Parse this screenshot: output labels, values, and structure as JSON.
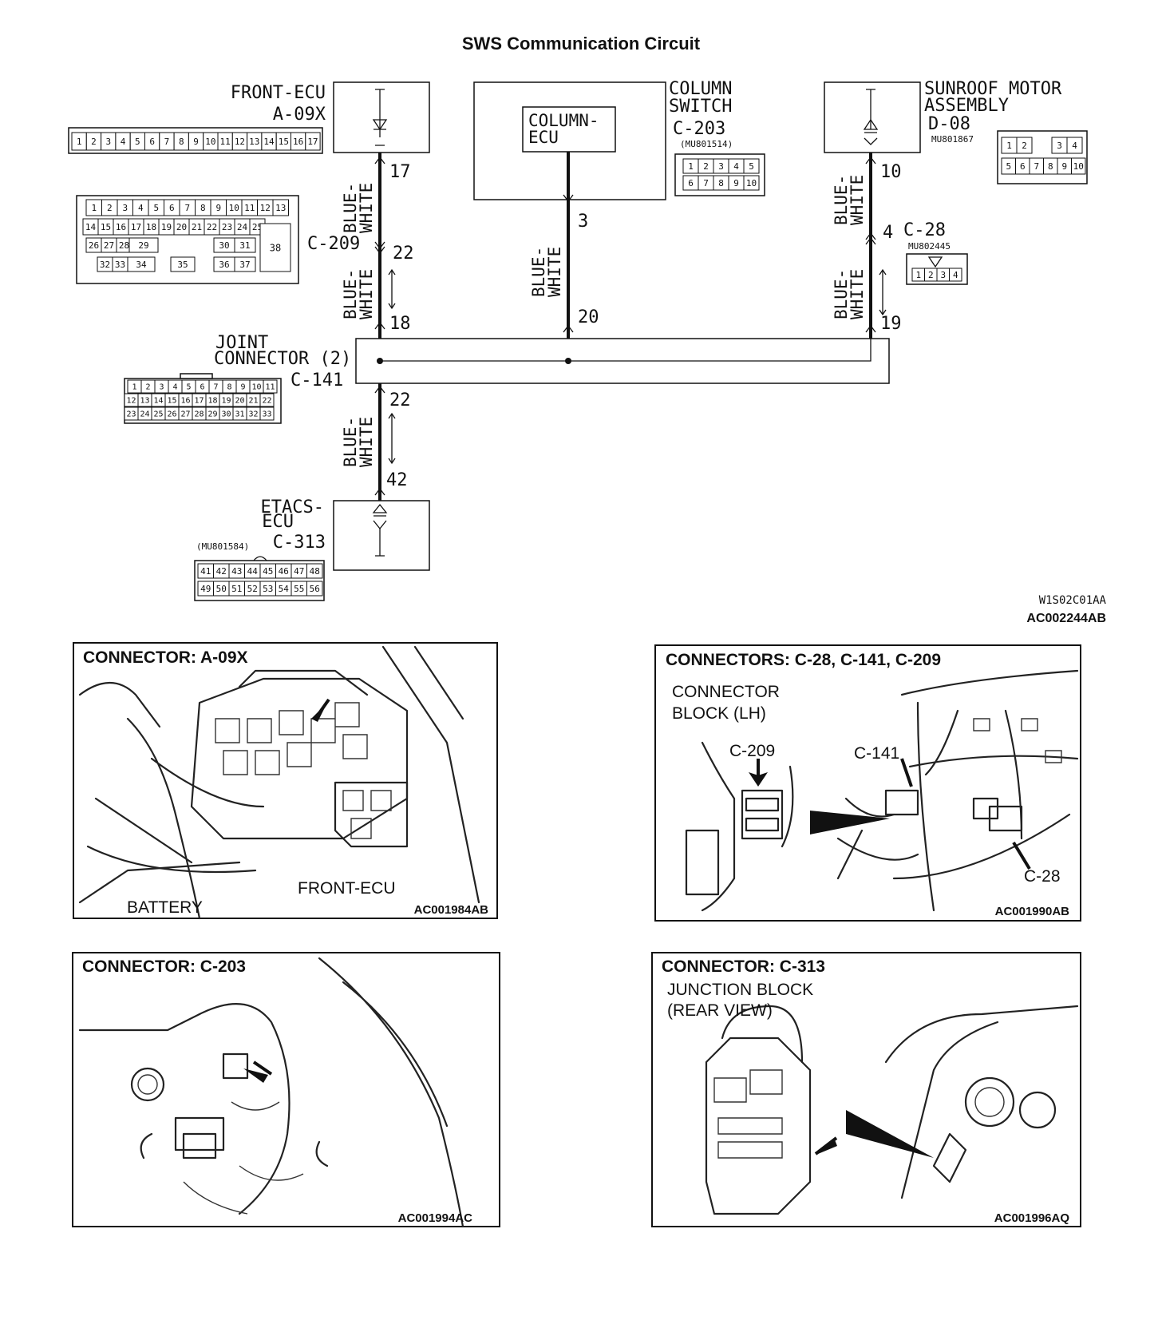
{
  "title": "SWS Communication Circuit",
  "components": {
    "front_ecu": {
      "name": "FRONT-ECU",
      "connector": "A-09X",
      "pins": [
        "1",
        "2",
        "3",
        "4",
        "5",
        "6",
        "7",
        "8",
        "9",
        "10",
        "11",
        "12",
        "13",
        "14",
        "15",
        "16",
        "17"
      ]
    },
    "column_switch": {
      "name_line1": "COLUMN",
      "name_line2": "SWITCH",
      "inner_line1": "COLUMN-",
      "inner_line2": "ECU",
      "connector": "C-203",
      "part": "(MU801514)",
      "pins_top": [
        "1",
        "2",
        "3",
        "4",
        "5"
      ],
      "pins_bottom": [
        "6",
        "7",
        "8",
        "9",
        "10"
      ]
    },
    "sunroof": {
      "name_line1": "SUNROOF MOTOR",
      "name_line2": "ASSEMBLY",
      "connector": "D-08",
      "part": "MU801867",
      "pins_top": [
        "1",
        "2",
        "3",
        "4"
      ],
      "pins_bottom": [
        "5",
        "6",
        "7",
        "8",
        "9",
        "10"
      ]
    },
    "c209": {
      "connector": "C-209",
      "row1": [
        "1",
        "2",
        "3",
        "4",
        "5",
        "6",
        "7",
        "8",
        "9",
        "10",
        "11",
        "12",
        "13"
      ],
      "row2": [
        "14",
        "15",
        "16",
        "17",
        "18",
        "19",
        "20",
        "21",
        "22",
        "23",
        "24",
        "25"
      ],
      "row3": [
        "26",
        "27",
        "28",
        "29",
        "30",
        "31"
      ],
      "row4": [
        "32",
        "33",
        "34",
        "35",
        "36",
        "37"
      ],
      "big": "38"
    },
    "c28": {
      "connector": "C-28",
      "part": "MU802445",
      "pins": [
        "1",
        "2",
        "3",
        "4"
      ]
    },
    "joint": {
      "name_line1": "JOINT",
      "name_line2": "CONNECTOR (2)",
      "connector": "C-141",
      "row1": [
        "1",
        "2",
        "3",
        "4",
        "5",
        "6",
        "7",
        "8",
        "9",
        "10",
        "11"
      ],
      "row2": [
        "12",
        "13",
        "14",
        "15",
        "16",
        "17",
        "18",
        "19",
        "20",
        "21",
        "22"
      ],
      "row3": [
        "23",
        "24",
        "25",
        "26",
        "27",
        "28",
        "29",
        "30",
        "31",
        "32",
        "33"
      ]
    },
    "etacs": {
      "name_line1": "ETACS-",
      "name_line2": "ECU",
      "connector": "C-313",
      "part": "(MU801584)",
      "pins_top": [
        "41",
        "42",
        "43",
        "44",
        "45",
        "46",
        "47",
        "48"
      ],
      "pins_bottom": [
        "49",
        "50",
        "51",
        "52",
        "53",
        "54",
        "55",
        "56"
      ]
    }
  },
  "wires": {
    "color_line1": "BLUE-",
    "color_line2": "WHITE",
    "pins": {
      "fe17": "17",
      "c209_22": "22",
      "j18": "18",
      "col3": "3",
      "j20": "20",
      "sr10": "10",
      "c28_4": "4",
      "j19": "19",
      "j22": "22",
      "et42": "42"
    }
  },
  "codes": {
    "diagram_code1": "W1S02C01AA",
    "diagram_code2": "AC002244AB"
  },
  "panels": [
    {
      "title": "CONNECTOR: A-09X",
      "labels": [
        "BATTERY",
        "FRONT-ECU"
      ],
      "code": "AC001984AB"
    },
    {
      "title": "CONNECTORS: C-28, C-141, C-209",
      "labels": [
        "CONNECTOR",
        "BLOCK (LH)",
        "C-209",
        "C-141",
        "C-28"
      ],
      "code": "AC001990AB"
    },
    {
      "title": "CONNECTOR: C-203",
      "labels": [],
      "code": "AC001994AC"
    },
    {
      "title": "CONNECTOR: C-313",
      "labels": [
        "JUNCTION BLOCK",
        "(REAR VIEW)"
      ],
      "code": "AC001996AQ"
    }
  ]
}
